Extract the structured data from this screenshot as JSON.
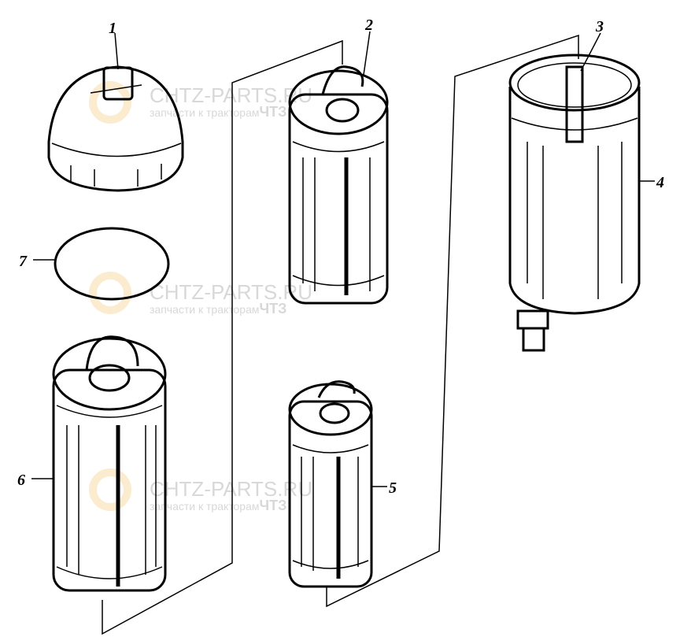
{
  "diagram": {
    "labels": [
      "1",
      "2",
      "3",
      "4",
      "5",
      "6",
      "7"
    ],
    "watermark": {
      "site": "CHTZ-PARTS.RU",
      "tagline": "запчасти к тракторам",
      "brand": "ЧТЗ",
      "color": "#d8d8d8"
    }
  }
}
